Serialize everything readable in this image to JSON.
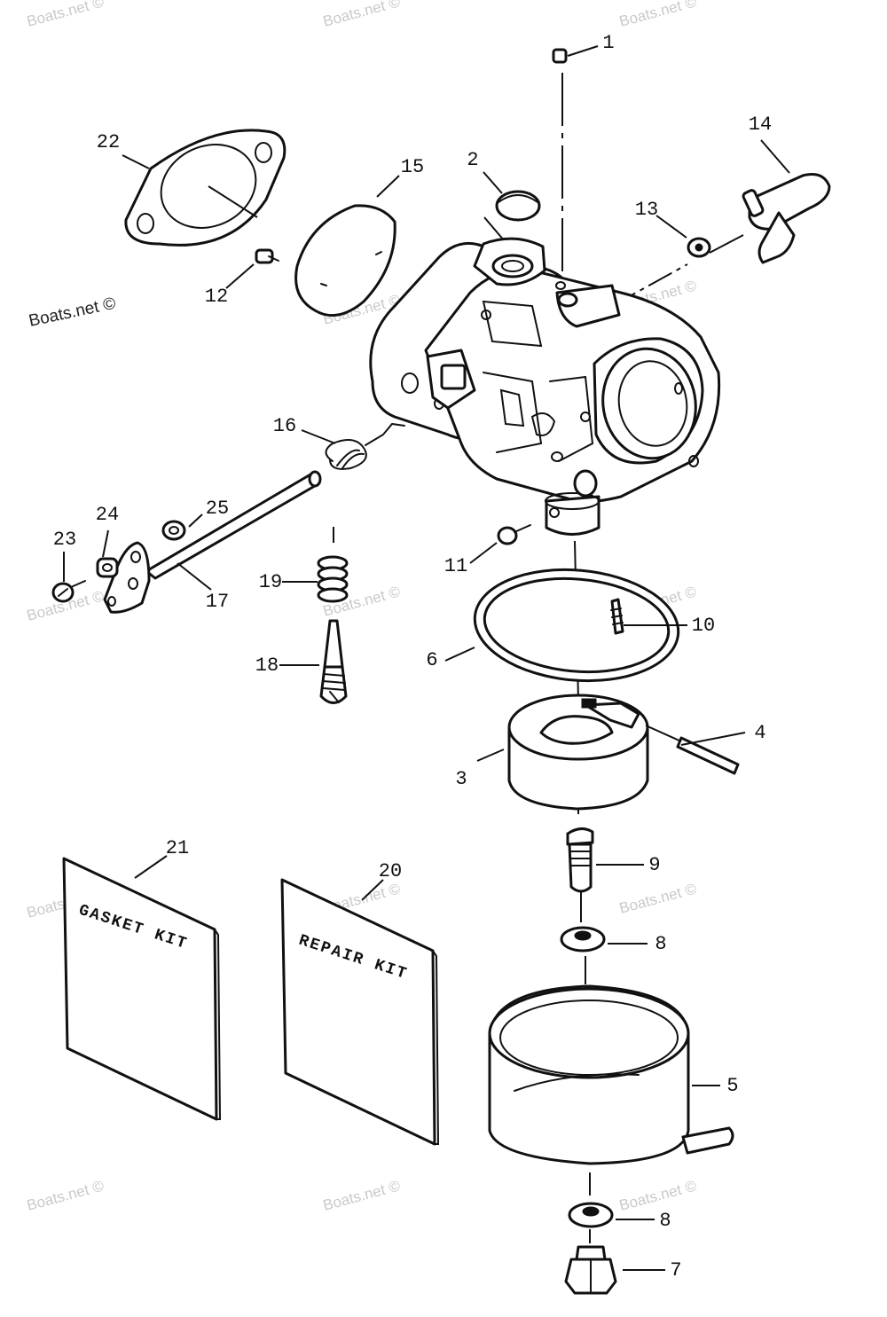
{
  "watermark": {
    "text": "Boats.net ©",
    "corner_text": "Boats.net ©"
  },
  "kits": {
    "gasket_kit": "GASKET KIT",
    "repair_kit": "REPAIR KIT"
  },
  "callouts": {
    "c1": "1",
    "c2": "2",
    "c3": "3",
    "c4": "4",
    "c5": "5",
    "c6": "6",
    "c7": "7",
    "c8a": "8",
    "c8b": "8",
    "c9": "9",
    "c10": "10",
    "c11": "11",
    "c12": "12",
    "c13": "13",
    "c14": "14",
    "c15": "15",
    "c16": "16",
    "c17": "17",
    "c18": "18",
    "c19": "19",
    "c20": "20",
    "c21": "21",
    "c22": "22",
    "c23": "23",
    "c24": "24",
    "c25": "25"
  }
}
